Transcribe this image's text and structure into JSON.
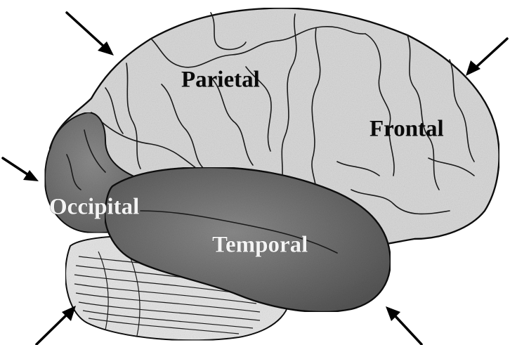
{
  "labels": {
    "parietal": "Parietal",
    "frontal": "Frontal",
    "occipital": "Occipital",
    "temporal": "Temporal"
  },
  "colors": {
    "cortex": "#d9d9d9",
    "occipital": "#7a7a7a",
    "temporal": "#6f6f6f",
    "cerebellum": "#e6e6e6",
    "outline": "#111111"
  },
  "arrows": [
    "arrow-upper-left",
    "arrow-upper-right",
    "arrow-left",
    "arrow-lower-left",
    "arrow-lower-right"
  ]
}
